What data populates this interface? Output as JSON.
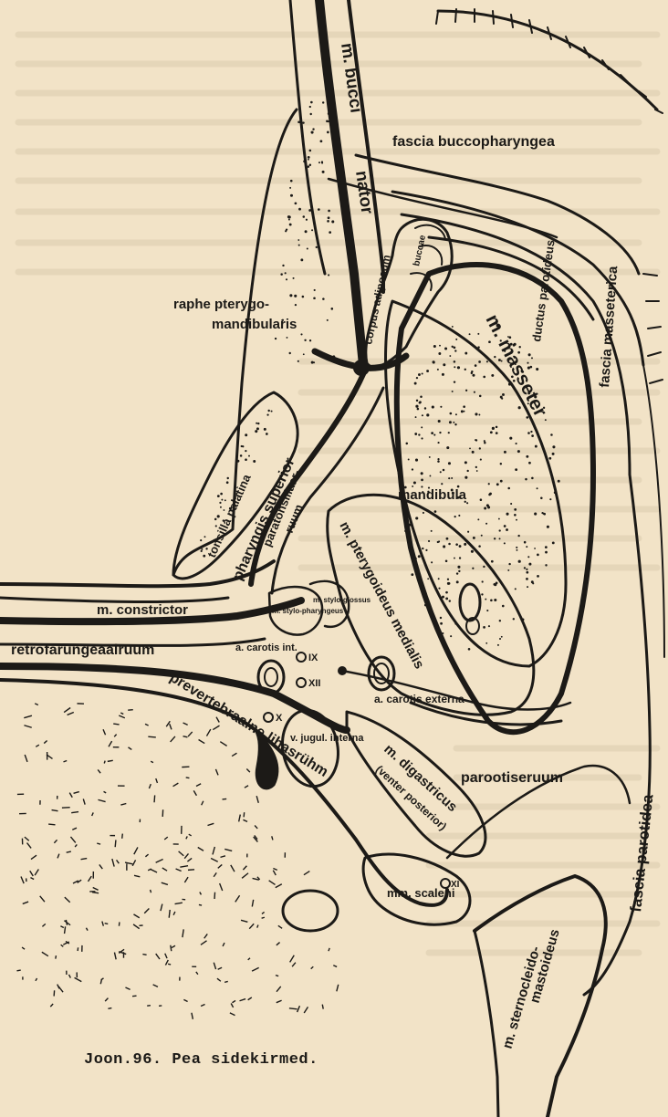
{
  "figure": {
    "caption": "Joon.96. Pea sidekirmed.",
    "labels": {
      "m_buccinator_top": "m. bucci",
      "m_buccinator_bottom": "nator",
      "fascia_buccopharyngea": "fascia buccopharyngea",
      "raphe_line1": "raphe pterygo-",
      "raphe_line2": "mandibularis",
      "corpus_adiposum": "corpus adiposum",
      "buccae": "buccae",
      "ductus_parotideus": "ductus parotideus",
      "fascia_masseterica": "fascia masseterica",
      "m_masseter": "m. masseter",
      "mandibula": "mandibula",
      "pharyngis_superior": "pharyngis superior",
      "tonsilla_palatina": "tonsilla palatina",
      "paratonsillaar_line1": "paratonsillaar-",
      "paratonsillaar_line2": "ruum",
      "m_stylopharyngeus": "m. stylo-pharyngeus",
      "m_styloglossus": "m. stylo-glossus",
      "m_constrictor": "m. constrictor",
      "retrofarungeaalruum": "retrofarüngeaalruum",
      "m_pterygoideus_medialis": "m. pterygoideus medialis",
      "a_carotis_int": "a. carotis int.",
      "nerve_ix": "IX",
      "nerve_xii": "XII",
      "nerve_x": "X",
      "nerve_xi": "XI",
      "a_carotis_externa": "a. carotis externa",
      "v_jugularis_interna": "v. jugul. interna",
      "prevertebraalne": "prevertebraalne lihasrühm",
      "m_digastricus": "m. digastricus",
      "venter_posterior": "(venter posterior)",
      "parootiseruum": "parootiseruum",
      "fascia_parotidea": "fascia parotidea",
      "mm_scaleni": "mm. scaleni",
      "m_sternocleidomastoideus_1": "m. sternocleido-",
      "m_sternocleidomastoideus_2": "mastoideus"
    }
  },
  "colors": {
    "paper": "#f2e3c7",
    "ink": "#1c1a17",
    "ghost_text": "#b9ab90"
  }
}
